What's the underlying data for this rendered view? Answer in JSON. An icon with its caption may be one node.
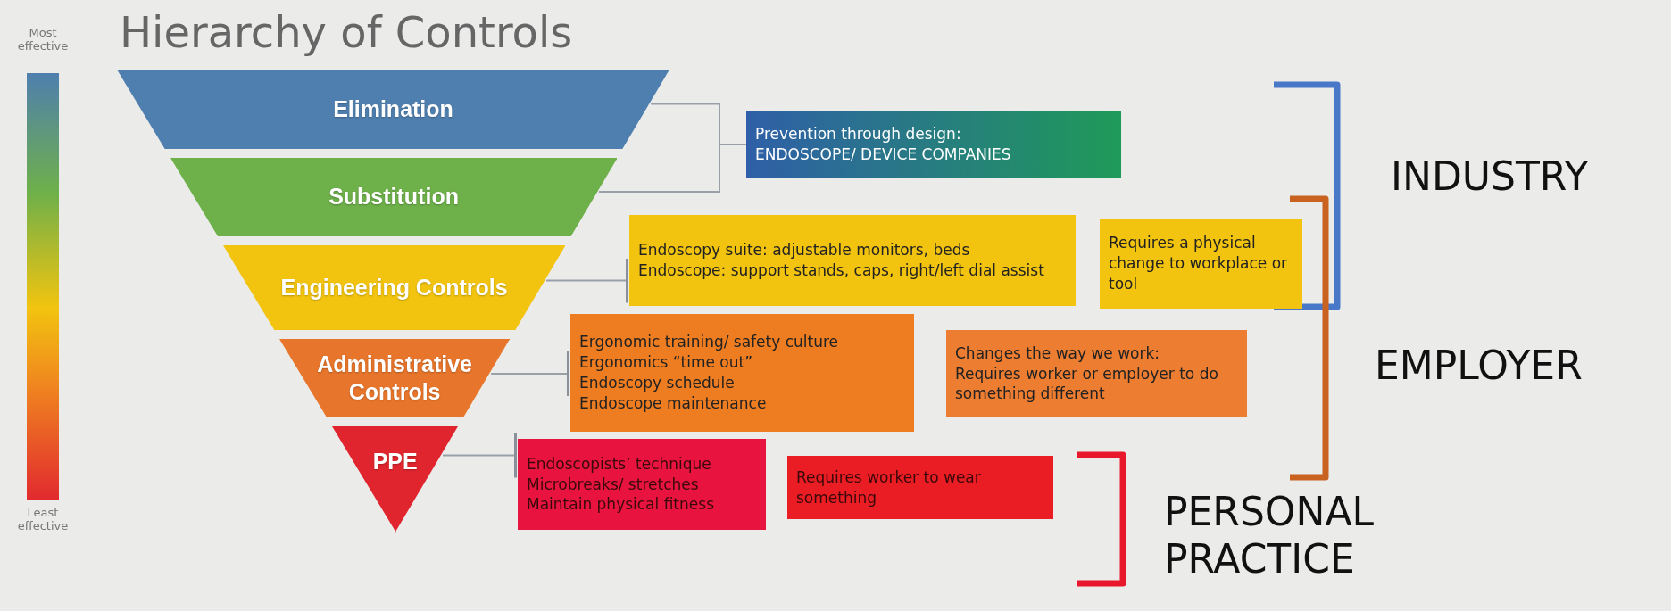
{
  "diagram": {
    "title": "Hierarchy of Controls",
    "nodes": [
      {
        "text": [
          "Elimination"
        ]
      },
      {
        "text": [
          "Substitution"
        ]
      },
      {
        "text": [
          "Engineering Controls"
        ]
      },
      {
        "text": [
          "Administrative Controls"
        ]
      },
      {
        "text": [
          "PPE"
        ]
      },
      {
        "text": [
          "Prevention through design:",
          "ENDOSCOPE/ DEVICE COMPANIES"
        ]
      },
      {
        "text": [
          "Endoscopy suite: adjustable monitors, beds",
          "Endoscope: support stands, caps, right/left dial assist"
        ]
      },
      {
        "text": [
          "Requires a physical change to workplace or tool"
        ]
      },
      {
        "text": [
          "Ergonomic training/ safety culture",
          "Ergonomics “time out”",
          "Endoscopy schedule",
          "Endoscope maintenance"
        ]
      },
      {
        "text": [
          "Changes the way we work:",
          "Requires worker or employer to do something different"
        ]
      },
      {
        "text": [
          "Endoscopists’ technique",
          "Microbreaks/ stretches",
          "Maintain physical fitness"
        ]
      },
      {
        "text": [
          "Requires worker to wear something"
        ]
      },
      {
        "text": [],
        "shape": "bar"
      }
    ],
    "edges": [
      {
        "from": 0,
        "to": 5,
        "arrow": "none"
      },
      {
        "from": 1,
        "to": 5,
        "arrow": "none"
      },
      {
        "from": 2,
        "to": 6,
        "arrow": "other"
      },
      {
        "from": 3,
        "to": 8,
        "arrow": "other"
      },
      {
        "from": 4,
        "to": 10,
        "arrow": "other"
      }
    ],
    "labels": [
      "Most effective",
      "Least effective",
      "INDUSTRY",
      "EMPLOYER",
      "PERSONAL PRACTICE"
    ]
  }
}
